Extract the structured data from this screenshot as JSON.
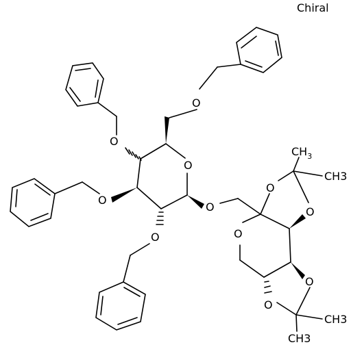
{
  "flag": "Chiral",
  "atoms": {
    "o_ring": "O",
    "o_glycosidic": "O",
    "o_c2": "O",
    "o_c3": "O",
    "o_c4": "O",
    "o_c6": "O",
    "o_pyranose": "O",
    "o_acetal1a": "O",
    "o_acetal1b": "O",
    "o_acetal2a": "O",
    "o_acetal2b": "O",
    "methyl": "CH",
    "methyl_sub": "3",
    "methyl_2": "CH3",
    "methyl_3": "CH3",
    "methyl_4": "CH3"
  }
}
